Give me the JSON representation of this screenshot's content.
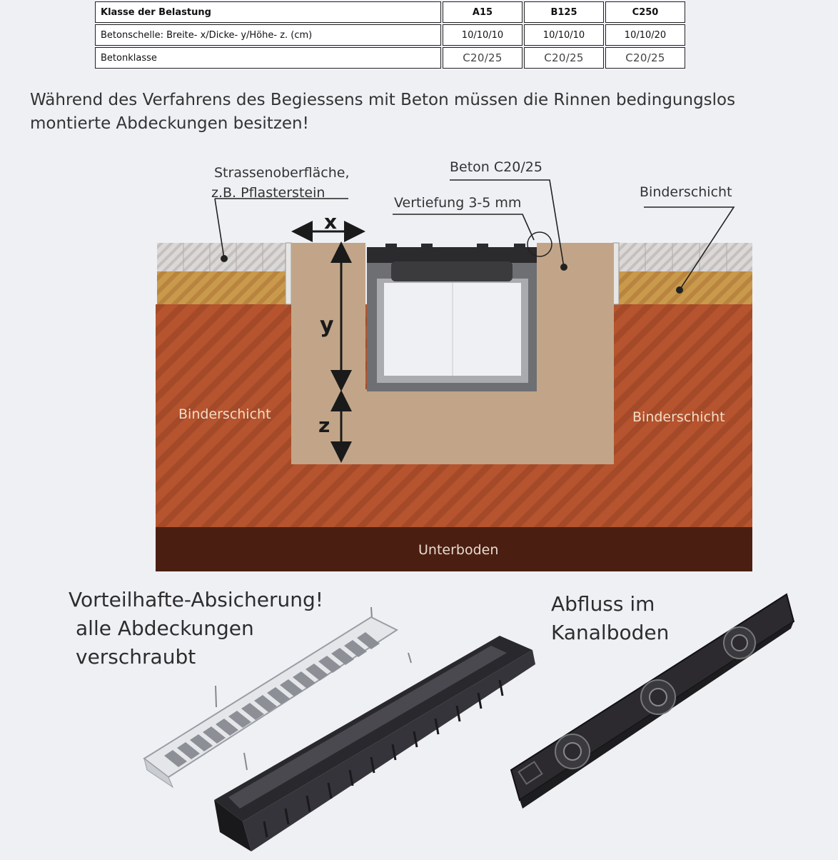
{
  "table": {
    "header": {
      "label": "Klasse der Belastung",
      "a15": "A15",
      "b125": "B125",
      "c250": "C250"
    },
    "row_dimensions": {
      "label": "Betonschelle: Breite- x/Dicke- y/Höhe- z. (cm)",
      "a15": "10/10/10",
      "b125": "10/10/10",
      "c250": "10/10/20"
    },
    "row_class": {
      "label": "Betonklasse",
      "a15": "C20/25",
      "b125": "C20/25",
      "c250": "C20/25"
    }
  },
  "notice": "Während des Verfahrens des Begiessens mit Beton müssen die Rinnen bedingungslos montierte Abdeckungen besitzen!",
  "diagram": {
    "label_surface_1": "Strassenoberfläche,",
    "label_surface_2": "z.B. Pflasterstein",
    "label_concrete": "Beton C20/25",
    "label_recess": "Vertiefung 3-5 mm",
    "label_binder_top": "Binderschicht",
    "label_binder_left": "Binderschicht",
    "label_binder_right": "Binderschicht",
    "label_subsoil": "Unterboden",
    "dim_x": "x",
    "dim_y": "y",
    "dim_z": "z",
    "colors": {
      "earth": "#b5542e",
      "earth_stripe": "#9f4626",
      "concrete": "#c2a588",
      "subsoil": "#4a1f12",
      "binder_band": "#c99a4c",
      "paver": "#d6d2cf",
      "channel_body": "#6d6f73",
      "channel_dark": "#2b2a2c"
    }
  },
  "feature_left": {
    "line1": "Vorteilhafte-Absicherung!",
    "line2": "alle Abdeckungen",
    "line3": "verschraubt"
  },
  "feature_right": {
    "line1": "Abfluss im",
    "line2": "Kanalboden"
  }
}
